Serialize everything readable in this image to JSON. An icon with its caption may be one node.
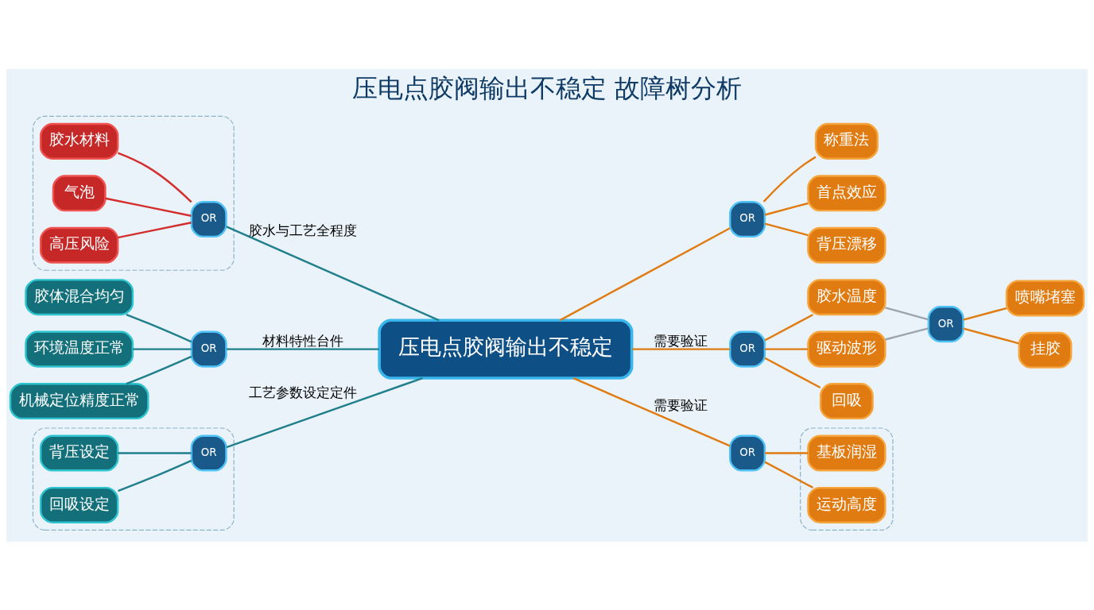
{
  "diagram": {
    "title": "压电点胶阀输出不稳定 故障树分析",
    "nodes": [
      {
        "text": [
          "压电点胶阀输出不稳定"
        ]
      },
      {
        "text": [],
        "shape": "box"
      },
      {
        "text": [
          "胶水材料"
        ],
        "in": 1
      },
      {
        "text": [
          "气泡"
        ],
        "in": 1
      },
      {
        "text": [
          "高压风险"
        ],
        "in": 1
      },
      {
        "text": [
          "OR"
        ],
        "in": 1
      },
      {
        "text": [
          "胶体混合均匀"
        ]
      },
      {
        "text": [
          "环境温度正常"
        ]
      },
      {
        "text": [
          "机械定位精度正常"
        ]
      },
      {
        "text": [
          "OR"
        ]
      },
      {
        "text": [],
        "shape": "box"
      },
      {
        "text": [
          "背压设定"
        ],
        "in": 10
      },
      {
        "text": [
          "回吸设定"
        ],
        "in": 10
      },
      {
        "text": [
          "OR"
        ],
        "in": 10
      },
      {
        "text": [
          "OR"
        ]
      },
      {
        "text": [
          "称重法"
        ]
      },
      {
        "text": [
          "首点效应"
        ]
      },
      {
        "text": [
          "背压漂移"
        ]
      },
      {
        "text": [
          "OR"
        ]
      },
      {
        "text": [
          "胶水温度"
        ]
      },
      {
        "text": [
          "驱动波形"
        ]
      },
      {
        "text": [
          "回吸"
        ]
      },
      {
        "text": [
          "OR"
        ]
      },
      {
        "text": [
          "喷嘴堵塞"
        ]
      },
      {
        "text": [
          "挂胶"
        ]
      },
      {
        "text": [
          "OR"
        ]
      },
      {
        "text": [],
        "shape": "box"
      },
      {
        "text": [
          "基板润湿"
        ],
        "in": 26
      },
      {
        "text": [
          "运动高度"
        ],
        "in": 26
      }
    ],
    "edges": [
      {
        "from": 2,
        "to": 5,
        "arrow": "none",
        "color": "#d32f2f"
      },
      {
        "from": 3,
        "to": 5,
        "arrow": "none",
        "color": "#d32f2f"
      },
      {
        "from": 4,
        "to": 5,
        "arrow": "none",
        "color": "#d32f2f"
      },
      {
        "from": 5,
        "to": 0,
        "arrow": "none",
        "label": "胶水与工艺全程度",
        "color": "#1f7f8c"
      },
      {
        "from": 6,
        "to": 9,
        "arrow": "none",
        "color": "#1f7f8c"
      },
      {
        "from": 7,
        "to": 9,
        "arrow": "none",
        "color": "#1f7f8c"
      },
      {
        "from": 8,
        "to": 9,
        "arrow": "none",
        "color": "#1f7f8c"
      },
      {
        "from": 9,
        "to": 0,
        "arrow": "none",
        "label": "材料特性台件",
        "color": "#1f7f8c"
      },
      {
        "from": 11,
        "to": 13,
        "arrow": "none",
        "color": "#1f7f8c"
      },
      {
        "from": 12,
        "to": 13,
        "arrow": "none",
        "color": "#1f7f8c"
      },
      {
        "from": 13,
        "to": 0,
        "arrow": "none",
        "label": "工艺参数设定定件",
        "color": "#1f7f8c"
      },
      {
        "from": 0,
        "to": 14,
        "arrow": "none"
      },
      {
        "from": 14,
        "to": 15,
        "arrow": "none"
      },
      {
        "from": 14,
        "to": 16,
        "arrow": "none"
      },
      {
        "from": 14,
        "to": 17,
        "arrow": "none"
      },
      {
        "from": 0,
        "to": 18,
        "arrow": "none",
        "label": "需要验证"
      },
      {
        "from": 18,
        "to": 19,
        "arrow": "none"
      },
      {
        "from": 18,
        "to": 20,
        "arrow": "none"
      },
      {
        "from": 18,
        "to": 21,
        "arrow": "none"
      },
      {
        "from": 19,
        "to": 22,
        "arrow": "none",
        "color": "#9aa5ad"
      },
      {
        "from": 20,
        "to": 22,
        "arrow": "none",
        "color": "#9aa5ad"
      },
      {
        "from": 22,
        "to": 23,
        "arrow": "none"
      },
      {
        "from": 22,
        "to": 24,
        "arrow": "none"
      },
      {
        "from": 0,
        "to": 25,
        "arrow": "none",
        "label": "需要验证"
      },
      {
        "from": 25,
        "to": 27,
        "arrow": "none"
      },
      {
        "from": 25,
        "to": 28,
        "arrow": "none"
      }
    ]
  }
}
